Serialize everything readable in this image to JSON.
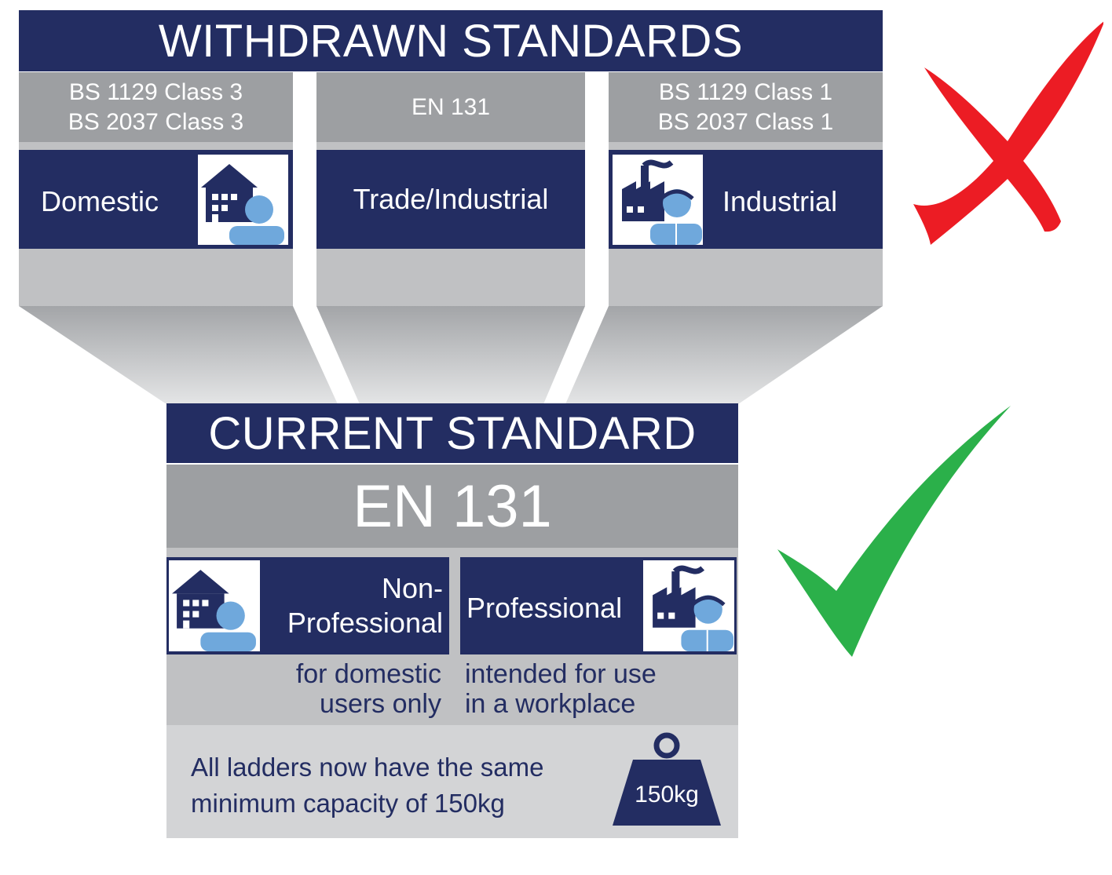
{
  "withdrawn": {
    "title": "WITHDRAWN STANDARDS",
    "columns": [
      {
        "standards": [
          "BS 1129 Class 3",
          "BS 2037 Class 3"
        ],
        "category": "Domestic",
        "icon": "house-person-icon"
      },
      {
        "standards": [
          "EN 131"
        ],
        "category": "Trade/Industrial",
        "icon": ""
      },
      {
        "standards": [
          "BS 1129 Class 1",
          "BS 2037 Class 1"
        ],
        "category": "Industrial",
        "icon": "factory-worker-icon"
      }
    ]
  },
  "current": {
    "title": "CURRENT STANDARD",
    "standard": "EN 131",
    "categories": [
      {
        "label": [
          "Non-",
          "Professional"
        ],
        "description": [
          "for domestic",
          "users only"
        ],
        "icon": "house-person-icon"
      },
      {
        "label": [
          "Professional"
        ],
        "description": [
          "intended for use",
          "in a workplace"
        ],
        "icon": "factory-worker-icon"
      }
    ],
    "capacity_note": [
      "All ladders now have the same",
      "minimum capacity of 150kg"
    ],
    "weight_label": "150kg"
  },
  "marks": {
    "withdrawn": "cross-icon",
    "current": "check-icon"
  },
  "colors": {
    "navy": "#232d62",
    "grey": "#9d9fa2",
    "light_grey": "#c0c1c3",
    "icon_blue": "#6fa8dc",
    "cross": "#ec1c24",
    "check": "#2bb04a"
  }
}
